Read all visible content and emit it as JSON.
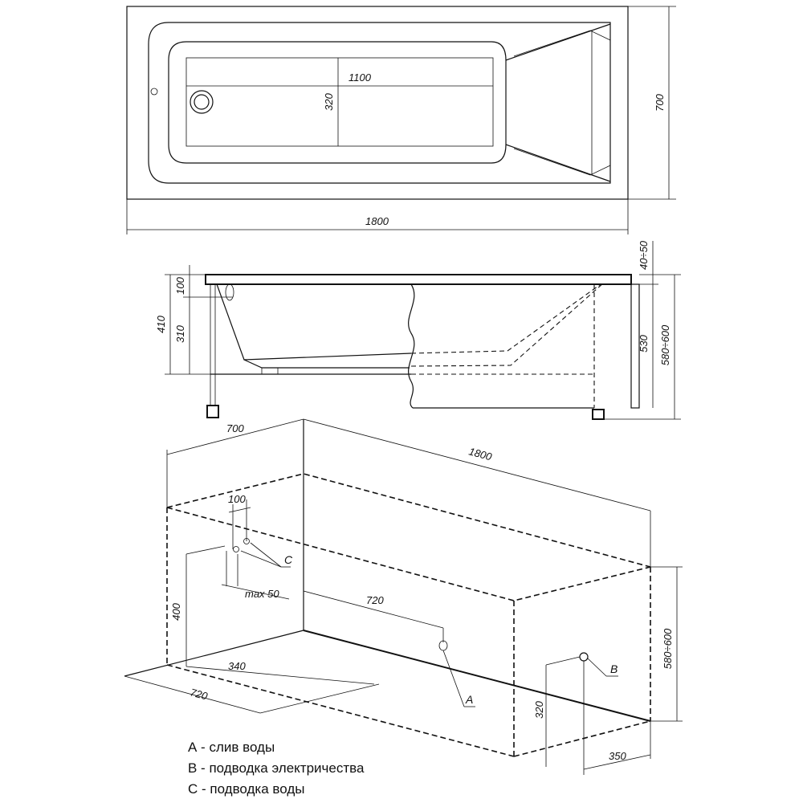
{
  "top_view": {
    "dim_length": "1800",
    "dim_width": "700",
    "dim_inner_length": "1100",
    "dim_inner_width": "320"
  },
  "side_view": {
    "dim_rim": "40÷50",
    "dim_100": "100",
    "dim_310": "310",
    "dim_410": "410",
    "dim_530": "530",
    "dim_height": "580÷600"
  },
  "iso_view": {
    "dim_width": "700",
    "dim_length": "1800",
    "dim_100": "100",
    "label_c": "C",
    "dim_max50": "max 50",
    "dim_720_drain": "720",
    "dim_400": "400",
    "dim_340": "340",
    "dim_720_floor": "720",
    "label_a": "A",
    "label_b": "B",
    "dim_height": "580÷600",
    "dim_320": "320",
    "dim_350": "350"
  },
  "legend": {
    "a": "А - слив воды",
    "b": "B - подводка электричества",
    "c": "С - подводка воды"
  }
}
